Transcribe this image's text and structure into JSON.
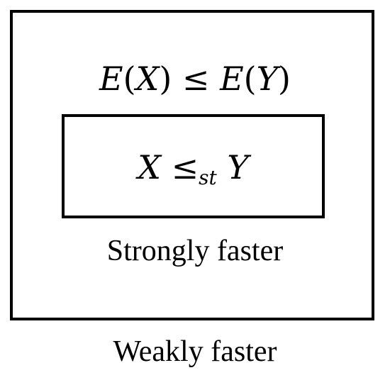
{
  "diagram": {
    "outer": {
      "caption": "Weakly faster",
      "relation": {
        "left": "E",
        "left_arg": "X",
        "operator": "≤",
        "right": "E",
        "right_arg": "Y"
      }
    },
    "inner": {
      "caption": "Strongly faster",
      "relation": {
        "left": "X",
        "operator": "≤",
        "subscript": "st",
        "right": "Y"
      }
    }
  }
}
